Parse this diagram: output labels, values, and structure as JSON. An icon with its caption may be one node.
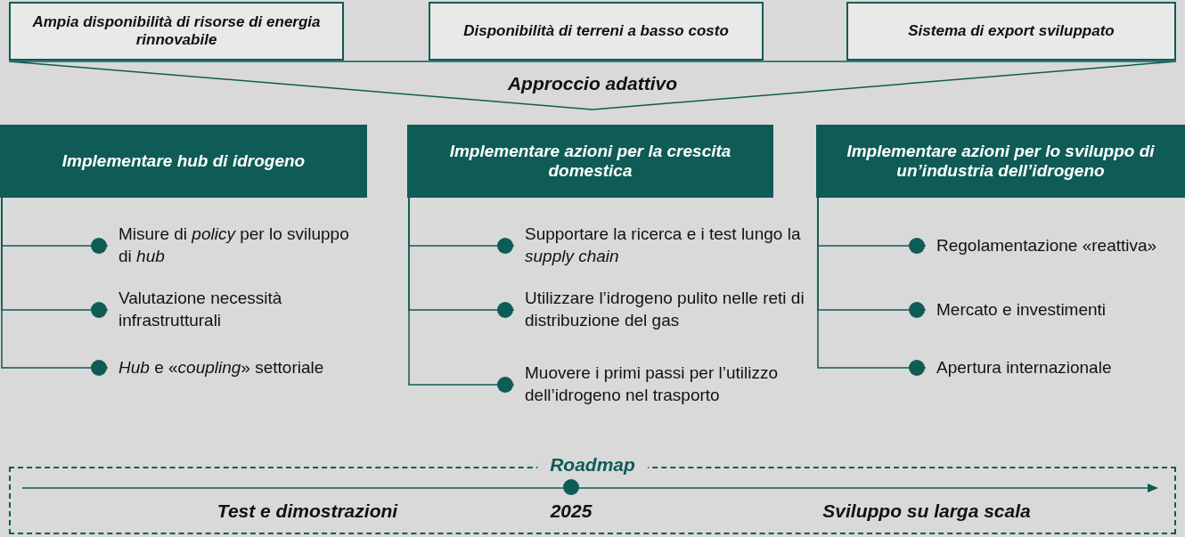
{
  "diagram": {
    "nodes": [
      {
        "text": [
          "Ampia disponibilità di risorse di energia rinnovabile"
        ]
      },
      {
        "text": [
          "Disponibilità di terreni a basso costo"
        ]
      },
      {
        "text": [
          "Sistema di export sviluppato"
        ]
      },
      {
        "text": [
          "Approccio adattivo"
        ]
      },
      {
        "text": [
          "Implementare hub di idrogeno"
        ]
      },
      {
        "text": [
          "Implementare azioni per la crescita domestica"
        ]
      },
      {
        "text": [
          "Implementare azioni per lo sviluppo di un’industria dell’idrogeno"
        ]
      },
      {
        "text": [
          "Misure di *policy* per lo sviluppo di *hub*"
        ]
      },
      {
        "text": [
          "Valutazione necessità infrastrutturali"
        ]
      },
      {
        "text": [
          "*Hub* e «*coupling*» settoriale"
        ]
      },
      {
        "text": [
          "Supportare la ricerca e i test lungo la *supply chain*"
        ]
      },
      {
        "text": [
          "Utilizzare l’idrogeno pulito nelle reti di distribuzione del gas"
        ]
      },
      {
        "text": [
          "Muovere i primi passi per l’utilizzo dell’idrogeno nel trasporto"
        ]
      },
      {
        "text": [
          "Regolamentazione «reattiva»"
        ]
      },
      {
        "text": [
          "Mercato e investimenti"
        ]
      },
      {
        "text": [
          "Apertura internazionale"
        ]
      },
      {
        "text": [
          "Roadmap"
        ]
      }
    ],
    "edges": [
      {
        "from": 4,
        "to": 7,
        "arrow": "other"
      },
      {
        "from": 4,
        "to": 8,
        "arrow": "other"
      },
      {
        "from": 4,
        "to": 9,
        "arrow": "other"
      },
      {
        "from": 5,
        "to": 10,
        "arrow": "other"
      },
      {
        "from": 5,
        "to": 11,
        "arrow": "other"
      },
      {
        "from": 5,
        "to": 12,
        "arrow": "other"
      },
      {
        "from": 6,
        "to": 13,
        "arrow": "other"
      },
      {
        "from": 6,
        "to": 14,
        "arrow": "other"
      },
      {
        "from": 6,
        "to": 15,
        "arrow": "other"
      }
    ],
    "labels": [
      "Test e dimostrazioni",
      "2025",
      "Sviluppo su larga scala"
    ]
  }
}
